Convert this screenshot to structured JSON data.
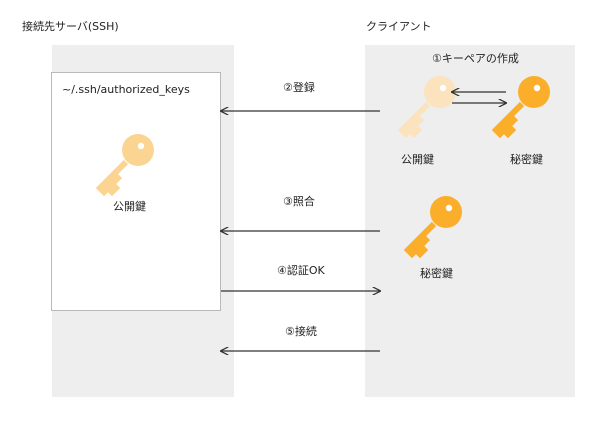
{
  "server": {
    "title": "接続先サーバ(SSH)",
    "keys_file": "~/.ssh/authorized_keys",
    "public_key_label": "公開鍵"
  },
  "client": {
    "title": "クライアント",
    "step1_label": "①キーペアの作成",
    "public_key_label": "公開鍵",
    "private_key_label": "秘密鍵",
    "private_key_label_2": "秘密鍵"
  },
  "steps": {
    "register": "②登録",
    "verify": "③照合",
    "auth_ok": "④認証OK",
    "connect": "⑤接続"
  },
  "colors": {
    "panel": "#eeeeee",
    "box_border": "#b9b9b9",
    "key_light": "#fbd491",
    "key_light_faded": "#fbe3bd",
    "key_orange": "#fbae2a",
    "arrow": "#333333",
    "text": "#222222"
  }
}
